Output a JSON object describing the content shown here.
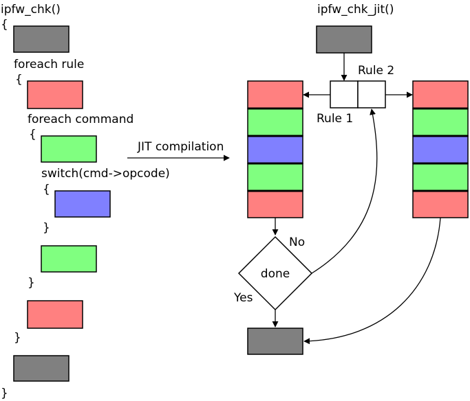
{
  "colors": {
    "gray": "#808080",
    "red": "#ff8080",
    "green": "#80ff80",
    "blue": "#8080ff",
    "white": "#ffffff"
  },
  "code": {
    "func_name": "ipfw_chk()",
    "open_brace": "{",
    "foreach_rule": "foreach rule",
    "rule_open_brace": "{",
    "foreach_command": "foreach command",
    "cmd_open_brace": "{",
    "switch_stmt": "switch(cmd->opcode)",
    "switch_open_brace": "{",
    "switch_close_brace": "}",
    "cmd_close_brace": "}",
    "rule_close_brace": "}",
    "close_brace": "}"
  },
  "jit": {
    "func_name": "ipfw_chk_jit()",
    "compile_label": "JIT compilation",
    "rule1_label": "Rule 1",
    "rule2_label": "Rule 2",
    "decision_label": "done",
    "no_label": "No",
    "yes_label": "Yes"
  },
  "rule_block_colors": [
    "red",
    "green",
    "blue",
    "green",
    "red"
  ]
}
